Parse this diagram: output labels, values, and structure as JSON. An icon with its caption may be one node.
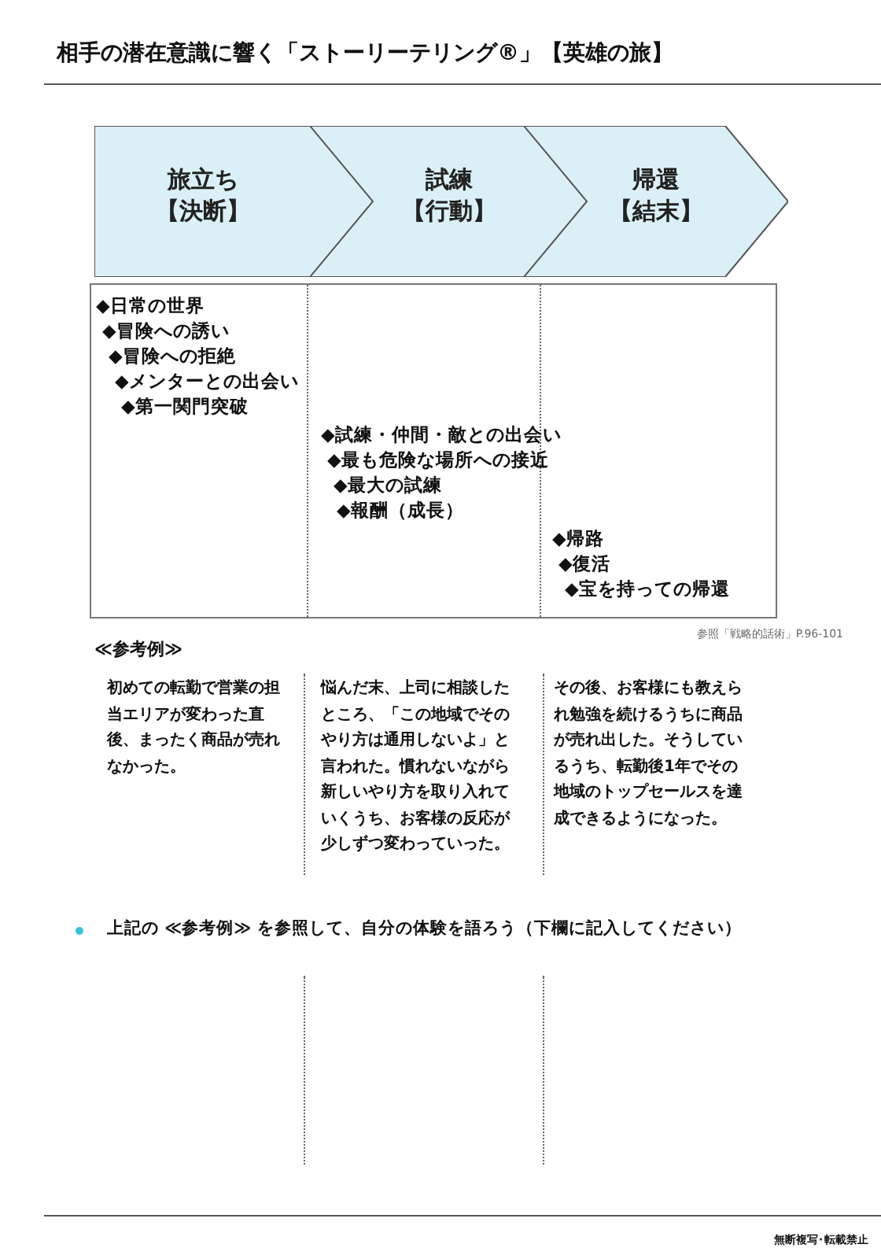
{
  "diagram": {
    "title": "相手の潜在意識に響く「ストーリーテリング®」【英雄の旅】",
    "nodes": [
      {
        "text": [
          "旅立ち",
          "【決断】"
        ]
      },
      {
        "text": [
          "試練",
          "【行動】"
        ]
      },
      {
        "text": [
          "帰還",
          "【結末】"
        ]
      },
      {
        "text": [
          "◆日常の世界",
          "◆冒険への誘い",
          "◆冒険への拒絶",
          "◆メンターとの出会い",
          "◆第一関門突破",
          "◆試練・仲間・敵との出会い",
          "◆最も危険な場所への接近",
          "◆最大の試練",
          "◆報酬（成長）",
          "◆帰路",
          "◆復活",
          "◆宝を持っての帰還"
        ]
      }
    ],
    "edges": [],
    "labels": [
      "参照「戦略的話術」P.96-101",
      "≪参考例≫",
      "初めての転勤で営業の担当エリアが変わった直後、まったく商品が売れなかった。",
      "悩んだ末、上司に相談したところ、「この地域でそのやり方は通用しないよ」と言われた。慣れないながら新しいやり方を取り入れていくうち、お客様の反応が少しずつ変わっていった。",
      "その後、お客様にも教えられ勉強を続けるうちに商品が売れ出した。そうしているうち、転勤後1年でその地域のトップセールスを達成できるようになった。",
      "上記の ≪参考例≫ を参照して、自分の体験を語ろう（下欄に記入してください）",
      "無断複写･転載禁止"
    ]
  }
}
